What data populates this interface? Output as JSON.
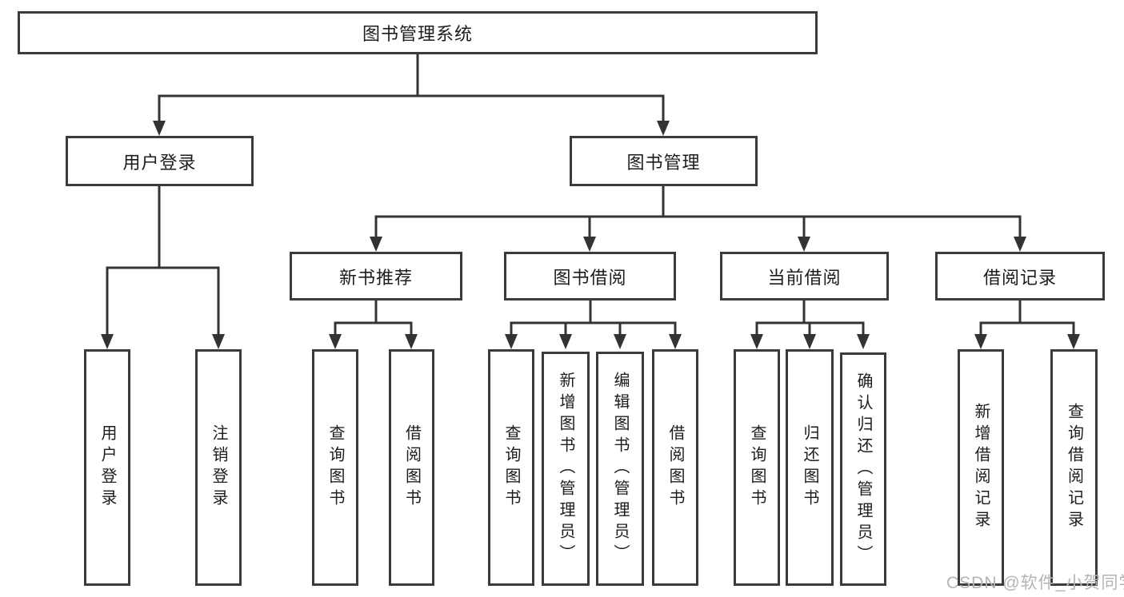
{
  "diagram": {
    "type": "hierarchy-tree",
    "colors": {
      "line": "#333333",
      "box_border": "#3b3b3b",
      "box_fill": "#ffffff",
      "text": "#1c1c1c",
      "background": "#ffffff",
      "watermark": "#b4b4b4"
    },
    "tree": {
      "label": "图书管理系统",
      "children": [
        {
          "label": "用户登录",
          "children": [
            {
              "label": "用户登录"
            },
            {
              "label": "注销登录"
            }
          ]
        },
        {
          "label": "图书管理",
          "children": [
            {
              "label": "新书推荐",
              "children": [
                {
                  "label": "查询图书"
                },
                {
                  "label": "借阅图书"
                }
              ]
            },
            {
              "label": "图书借阅",
              "children": [
                {
                  "label": "查询图书"
                },
                {
                  "label": "新增图书（管理员）"
                },
                {
                  "label": "编辑图书（管理员）"
                },
                {
                  "label": "借阅图书"
                }
              ]
            },
            {
              "label": "当前借阅",
              "children": [
                {
                  "label": "查询图书"
                },
                {
                  "label": "归还图书"
                },
                {
                  "label": "确认归还（管理员）"
                }
              ]
            },
            {
              "label": "借阅记录",
              "children": [
                {
                  "label": "新增借阅记录"
                },
                {
                  "label": "查询借阅记录"
                }
              ]
            }
          ]
        }
      ]
    }
  },
  "watermark": {
    "text": "CSDN @软件_小贺同学"
  }
}
